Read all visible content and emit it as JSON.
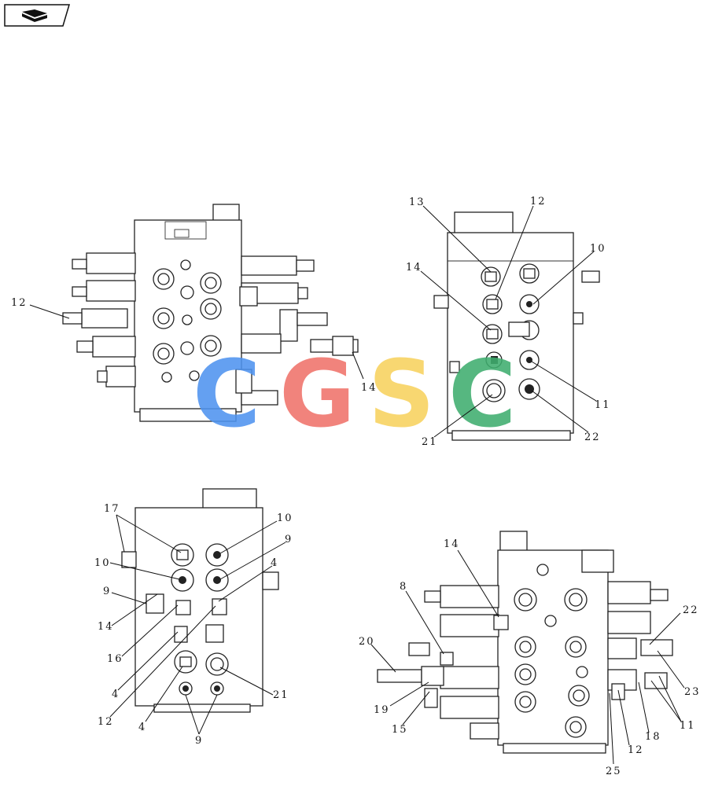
{
  "header_icon": "book-arrow-icon",
  "watermark": {
    "letters": [
      "C",
      "G",
      "S",
      "C"
    ],
    "colors": [
      "#4f94f0",
      "#f0736a",
      "#f8d25e",
      "#3fae6f"
    ]
  },
  "views": {
    "top_left": {
      "labels": [
        "12",
        "14"
      ]
    },
    "top_right": {
      "labels": [
        "13",
        "12",
        "10",
        "14",
        "11",
        "22",
        "21"
      ]
    },
    "bottom_left": {
      "labels": [
        "17",
        "10",
        "9",
        "10",
        "4",
        "9",
        "14",
        "16",
        "4",
        "12",
        "21",
        "4",
        "9"
      ]
    },
    "bottom_right": {
      "labels": [
        "14",
        "8",
        "22",
        "20",
        "23",
        "19",
        "15",
        "11",
        "18",
        "12",
        "25"
      ]
    }
  }
}
